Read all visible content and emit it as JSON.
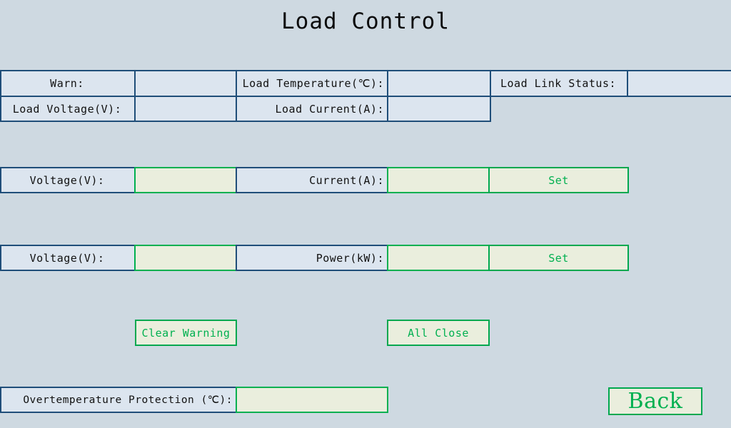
{
  "page": {
    "title": "Load Control",
    "background_color": "#ced9e1",
    "label_fill": "#dce5ef",
    "label_border": "#1f4e79",
    "input_fill": "#eaeedd",
    "input_border": "#00b050",
    "button_text_color": "#00b050"
  },
  "status_panel": {
    "rows": [
      {
        "fields": [
          {
            "label": "Warn:",
            "value": ""
          },
          {
            "label": "Load Temperature(℃):",
            "value": ""
          },
          {
            "label": "Load Link Status:",
            "value": ""
          }
        ]
      },
      {
        "fields": [
          {
            "label": "Load Voltage(V):",
            "value": ""
          },
          {
            "label": "Load Current(A):",
            "value": ""
          }
        ]
      }
    ]
  },
  "voltage_current_setting": {
    "voltage_label": "Voltage(V):",
    "voltage_value": "",
    "current_label": "Current(A):",
    "current_value": "",
    "set_label": "Set"
  },
  "voltage_power_setting": {
    "voltage_label": "Voltage(V):",
    "voltage_value": "",
    "power_label": "Power(kW):",
    "power_value": "",
    "set_label": "Set"
  },
  "actions": {
    "clear_warning_label": "Clear Warning",
    "all_close_label": "All Close"
  },
  "overtemperature": {
    "label": "Overtemperature Protection (℃):",
    "value": ""
  },
  "navigation": {
    "back_label": "Back"
  }
}
